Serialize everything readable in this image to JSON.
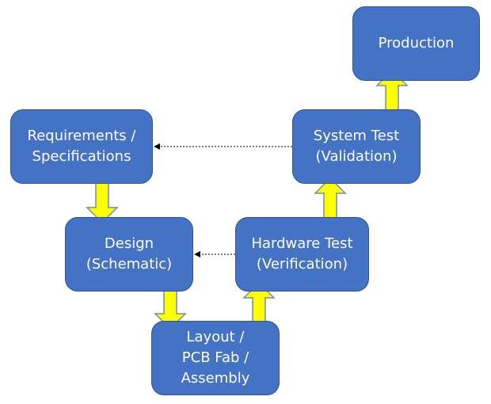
{
  "colors": {
    "box_fill": "#4472c4",
    "box_border": "#2f5597",
    "arrow_fill": "#ffff00",
    "arrow_stroke": "#6f8db0",
    "dotted_line": "#000000",
    "text": "#ffffff"
  },
  "nodes": {
    "production": {
      "lines": [
        "Production"
      ]
    },
    "requirements": {
      "lines": [
        "Requirements /",
        "Specifications"
      ]
    },
    "system_test": {
      "lines": [
        "System Test",
        "(Validation)"
      ]
    },
    "design": {
      "lines": [
        "Design",
        "(Schematic)"
      ]
    },
    "hardware_test": {
      "lines": [
        "Hardware Test",
        "(Verification)"
      ]
    },
    "layout": {
      "lines": [
        "Layout /",
        "PCB Fab /",
        "Assembly"
      ]
    }
  },
  "edges": [
    {
      "from": "requirements",
      "to": "design",
      "style": "block-arrow"
    },
    {
      "from": "design",
      "to": "layout",
      "style": "block-arrow"
    },
    {
      "from": "layout",
      "to": "hardware_test",
      "style": "block-arrow"
    },
    {
      "from": "hardware_test",
      "to": "system_test",
      "style": "block-arrow"
    },
    {
      "from": "system_test",
      "to": "production",
      "style": "block-arrow"
    },
    {
      "from": "system_test",
      "to": "requirements",
      "style": "dotted-arrow"
    },
    {
      "from": "hardware_test",
      "to": "design",
      "style": "dotted-arrow"
    }
  ]
}
